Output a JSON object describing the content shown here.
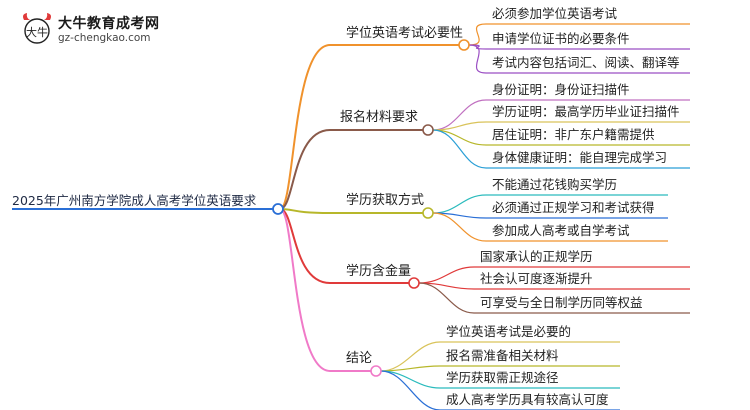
{
  "logo": {
    "name": "大牛教育成考网",
    "url": "gz-chengkao.com",
    "mark": "大牛"
  },
  "root": "2025年广州南方学院成人高考学位英语要求",
  "branches": [
    {
      "label": "学位英语考试必要性",
      "color": "#f0922c",
      "items": [
        "必须参加学位英语考试",
        "申请学位证书的必要条件",
        "考试内容包括词汇、阅读、翻译等"
      ]
    },
    {
      "label": "报名材料要求",
      "color": "#8a5a4a",
      "items": [
        "身份证明：身份证扫描件",
        "学历证明：最高学历毕业证扫描件",
        "居住证明：非广东户籍需提供",
        "身体健康证明：能自理完成学习"
      ]
    },
    {
      "label": "学历获取方式",
      "color": "#b7b72a",
      "items": [
        "不能通过花钱购买学历",
        "必须通过正规学习和考试获得",
        "参加成人高考或自学考试"
      ]
    },
    {
      "label": "学历含金量",
      "color": "#e03a3a",
      "items": [
        "国家承认的正规学历",
        "社会认可度逐渐提升",
        "可享受与全日制学历同等权益"
      ]
    },
    {
      "label": "结论",
      "color": "#f07ac8",
      "items": [
        "学位英语考试是必要的",
        "报名需准备相关材料",
        "学历获取需正规途径",
        "成人高考学历具有较高认可度"
      ]
    }
  ],
  "leaf_colors": [
    [
      "#f0922c",
      "#9b4fc4",
      "#9b4fc4"
    ],
    [
      "#c070c0",
      "#d9c35a",
      "#b7b72a",
      "#2a9fd6"
    ],
    [
      "#2bbbbd",
      "#2a6fd6",
      "#f0922c"
    ],
    [
      "#e03a3a",
      "#e03a3a",
      "#8a5a4a"
    ],
    [
      "#d9c35a",
      "#b7b72a",
      "#2bbbbd",
      "#2a6fd6"
    ]
  ],
  "root_color": "#2a6fd6"
}
